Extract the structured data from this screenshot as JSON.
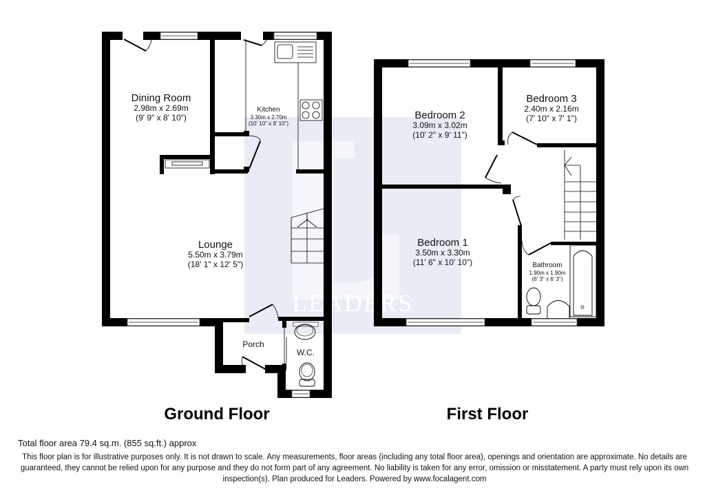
{
  "watermark": {
    "text": "LEADERS",
    "color": "#e6e8f4"
  },
  "ground_floor": {
    "title": "Ground Floor",
    "rooms": [
      {
        "name": "Dining Room",
        "metric": "2.98m x 2.69m",
        "imperial": "(9' 9\" x 8' 10\")"
      },
      {
        "name": "Kitchen",
        "metric": "3.30m x 2.70m",
        "imperial": "(10' 10\" x 8' 10\")"
      },
      {
        "name": "Lounge",
        "metric": "5.50m x 3.79m",
        "imperial": "(18' 1\" x 12' 5\")"
      },
      {
        "name": "Porch"
      },
      {
        "name": "W.C."
      }
    ]
  },
  "first_floor": {
    "title": "First Floor",
    "rooms": [
      {
        "name": "Bedroom 2",
        "metric": "3.09m x 3.02m",
        "imperial": "(10' 2\" x 9' 11\")"
      },
      {
        "name": "Bedroom 3",
        "metric": "2.40m x 2.16m",
        "imperial": "(7' 10\" x 7' 1\")"
      },
      {
        "name": "Bedroom 1",
        "metric": "3.50m x 3.30m",
        "imperial": "(11' 6\" x 10' 10\")"
      },
      {
        "name": "Bathroom",
        "metric": "1.90m x 1.90m",
        "imperial": "(6' 3\" x 6' 3\")"
      }
    ]
  },
  "footer": {
    "total_area": "Total floor area 79.4 sq.m. (855 sq.ft.) approx",
    "disclaimer": "This floor plan is for illustrative purposes only. It is not drawn to scale. Any measurements, floor areas (including any total floor area), openings and orientation are approximate. No details are guaranteed, they cannot be relied upon for any purpose and they do not form part of any agreement. No liability is taken for any error, omission or misstatement. A party must rely upon its own inspection(s). Plan produced for Leaders. Powered by www.focalagent.com"
  }
}
